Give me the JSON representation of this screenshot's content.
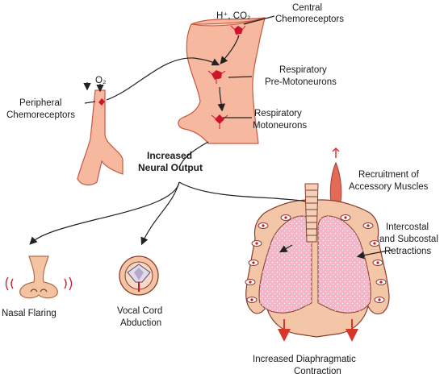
{
  "labels": {
    "ions": "H⁺, CO₂",
    "central_1": "Central",
    "central_2": "Chemoreceptors",
    "premoto_1": "Respiratory",
    "premoto_2": "Pre-Motoneurons",
    "moto_1": "Respiratory",
    "moto_2": "Motoneurons",
    "oxygen": "O₂",
    "peripheral_1": "Peripheral",
    "peripheral_2": "Chemoreceptors",
    "output_1": "Increased",
    "output_2": "Neural Output",
    "recruit_1": "Recruitment of",
    "recruit_2": "Accessory Muscles",
    "retract_1": "Intercostal",
    "retract_2": "and Subcostal",
    "retract_3": "Retractions",
    "nasal": "Nasal Flaring",
    "vocal_1": "Vocal Cord",
    "vocal_2": "Abduction",
    "diaph_1": "Increased Diaphragmatic",
    "diaph_2": "Contraction"
  },
  "colors": {
    "tissue": "#f6b9a0",
    "tissue_dark": "#c7573f",
    "lung_fill": "#f3b6c8",
    "lung_edge": "#8a3b2e",
    "chest_wall": "#f4c6a8",
    "nerve": "#d0122a",
    "arrow_red": "#d8352a",
    "line": "#222222"
  }
}
